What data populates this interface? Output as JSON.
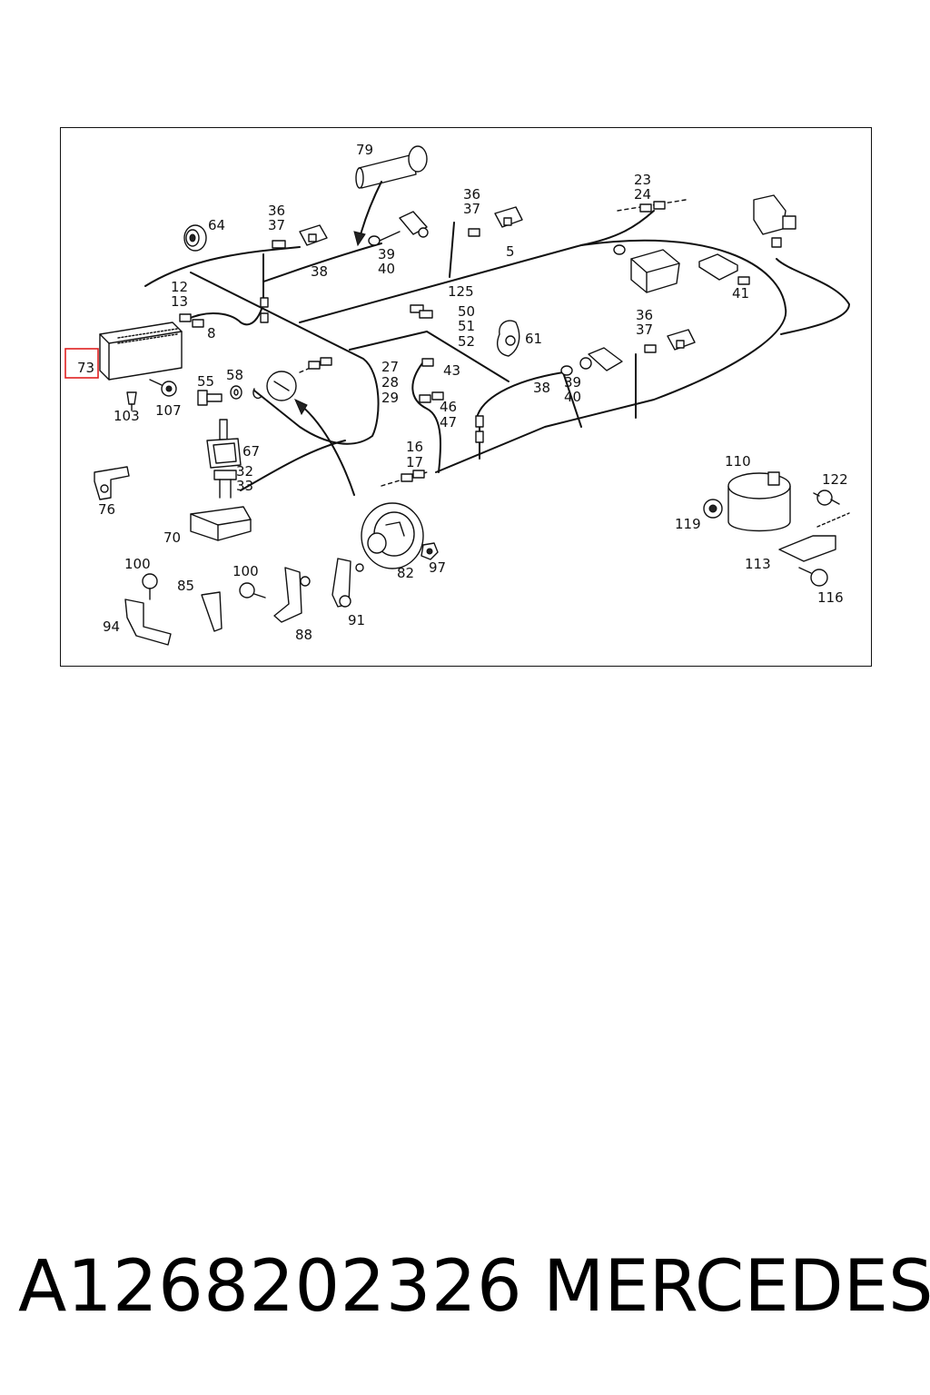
{
  "diagram": {
    "highlighted_part": "73",
    "callouts": [
      "79",
      "36",
      "37",
      "64",
      "23",
      "24",
      "36",
      "37",
      "39",
      "40",
      "38",
      "5",
      "12",
      "13",
      "8",
      "125",
      "50",
      "51",
      "52",
      "61",
      "41",
      "73",
      "55",
      "58",
      "36",
      "37",
      "27",
      "28",
      "29",
      "43",
      "38",
      "39",
      "40",
      "103",
      "107",
      "46",
      "47",
      "67",
      "32",
      "33",
      "16",
      "17",
      "110",
      "122",
      "76",
      "119",
      "70",
      "100",
      "100",
      "85",
      "82",
      "97",
      "113",
      "94",
      "88",
      "91",
      "116"
    ]
  },
  "footer": {
    "part_number": "A1268202326",
    "brand": "MERCEDES"
  }
}
